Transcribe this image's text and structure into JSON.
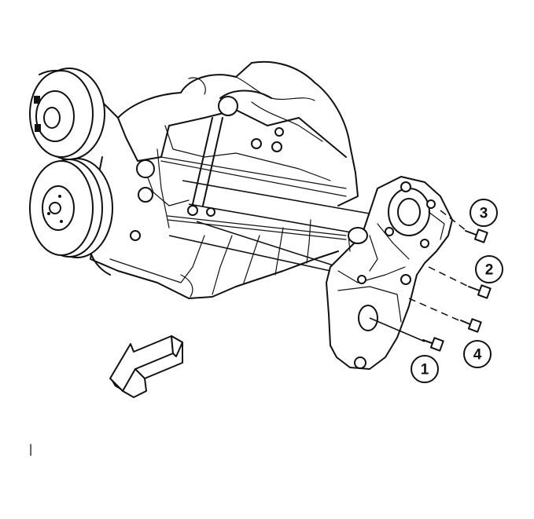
{
  "diagram": {
    "callouts": [
      {
        "id": "1",
        "label": "1"
      },
      {
        "id": "2",
        "label": "2"
      },
      {
        "id": "3",
        "label": "3"
      },
      {
        "id": "4",
        "label": "4"
      }
    ],
    "footnote_mark": "|"
  },
  "colors": {
    "ink": "#111111",
    "background": "#ffffff"
  },
  "icons": {
    "direction_arrow": "front-direction-arrow-icon"
  }
}
